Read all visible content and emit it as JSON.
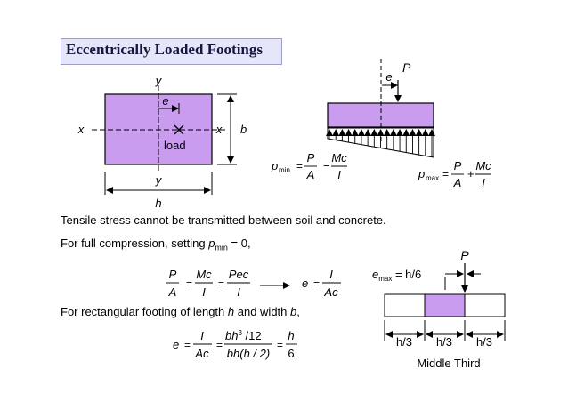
{
  "title": "Eccentrically Loaded Footings",
  "plan": {
    "axis_y_top": "y",
    "axis_y_bottom": "y",
    "axis_x_left": "x",
    "axis_x_right": "x",
    "ecc_label": "e",
    "load_label": "load",
    "dim_b": "b",
    "dim_h": "h"
  },
  "elevation": {
    "ecc_label": "e",
    "force_label": "P",
    "pmin_lhs": "p",
    "pmin_sub": "min",
    "pmax_lhs": "p",
    "pmax_sub": "max",
    "eq": "=",
    "frac_P_num": "P",
    "frac_P_den": "A",
    "frac_M_num": "Mc",
    "frac_M_den": "I",
    "minus": "−",
    "plus": "+"
  },
  "text": {
    "line1": "Tensile stress cannot be transmitted between soil and concrete.",
    "line2_pre": "For full compression, setting ",
    "line2_var": "p",
    "line2_sub": "min",
    "line2_post": " = 0,",
    "line3_pre": "For rectangular footing of length ",
    "line3_h": "h",
    "line3_mid": " and width ",
    "line3_b": "b",
    "line3_post": ","
  },
  "eq1": {
    "a_num": "P",
    "a_den": "A",
    "b_num": "Mc",
    "b_den": "I",
    "c_num": "Pec",
    "c_den": "I",
    "eq": "="
  },
  "eq2": {
    "lhs": "e",
    "eq": "=",
    "num": "I",
    "den": "Ac"
  },
  "eq3": {
    "lhs": "e",
    "eq": "=",
    "f1_num": "I",
    "f1_den": "Ac",
    "f2_num_a": "bh",
    "f2_num_exp": "3",
    "f2_num_b": " /12",
    "f2_den": "bh(h / 2)",
    "f3_num": "h",
    "f3_den": "6"
  },
  "middle_third": {
    "force_label": "P",
    "emax_var": "e",
    "emax_sub": "max",
    "emax_val": " = h/6",
    "seg_labels": [
      "h/3",
      "h/3",
      "h/3"
    ],
    "caption": "Middle Third"
  },
  "colors": {
    "purple_fill": "#c99cf0",
    "title_bg": "#e6e6fb",
    "title_text": "#16163f"
  }
}
